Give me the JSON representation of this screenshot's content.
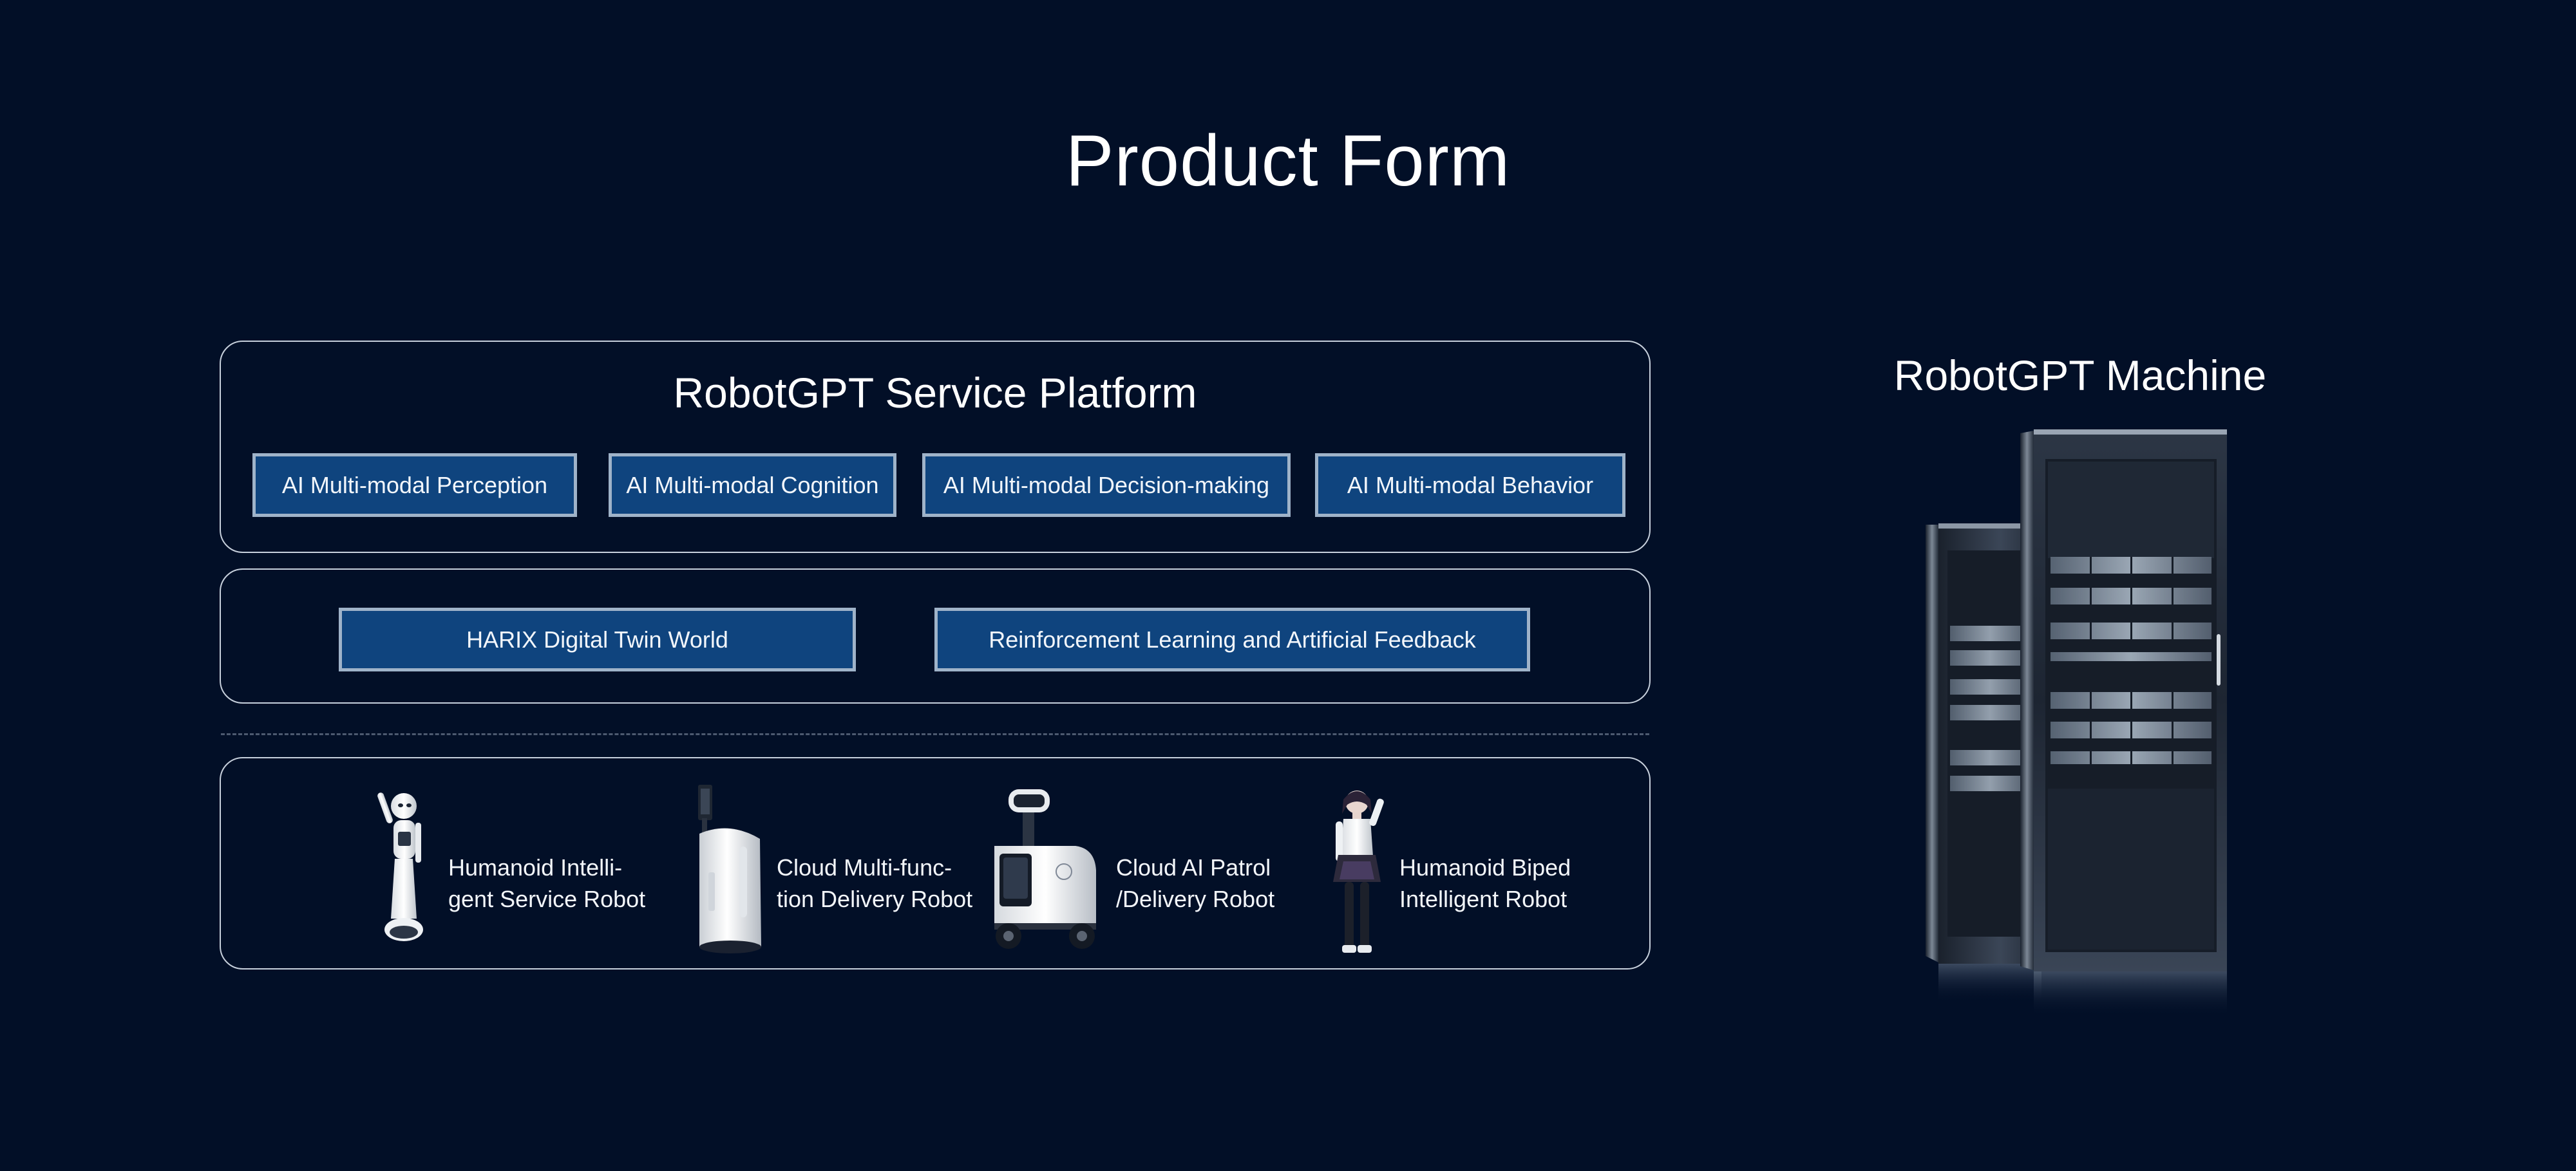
{
  "page_title": "Product Form",
  "platform": {
    "title": "RobotGPT Service Platform",
    "modules": [
      "AI Multi-modal Perception",
      "AI Multi-modal Cognition",
      "AI Multi-modal Decision-making",
      "AI Multi-modal Behavior"
    ]
  },
  "support": {
    "modules": [
      "HARIX Digital Twin World",
      "Reinforcement Learning and Artificial Feedback"
    ]
  },
  "robots": [
    {
      "line1": "Humanoid Intelli-",
      "line2": "gent Service Robot",
      "icon": "humanoid-service-robot-icon"
    },
    {
      "line1": "Cloud Multi-func-",
      "line2": "tion Delivery Robot",
      "icon": "delivery-robot-icon"
    },
    {
      "line1": "Cloud AI Patrol",
      "line2": "/Delivery Robot",
      "icon": "patrol-robot-icon"
    },
    {
      "line1": "Humanoid Biped",
      "line2": "Intelligent Robot",
      "icon": "biped-robot-icon"
    }
  ],
  "machine": {
    "title": "RobotGPT Machine",
    "icon": "server-rack-icon"
  },
  "colors": {
    "background": "#020f27",
    "module_fill": "#0f447e",
    "module_border": "#9fb3c9",
    "panel_border": "#c7d0dc"
  }
}
